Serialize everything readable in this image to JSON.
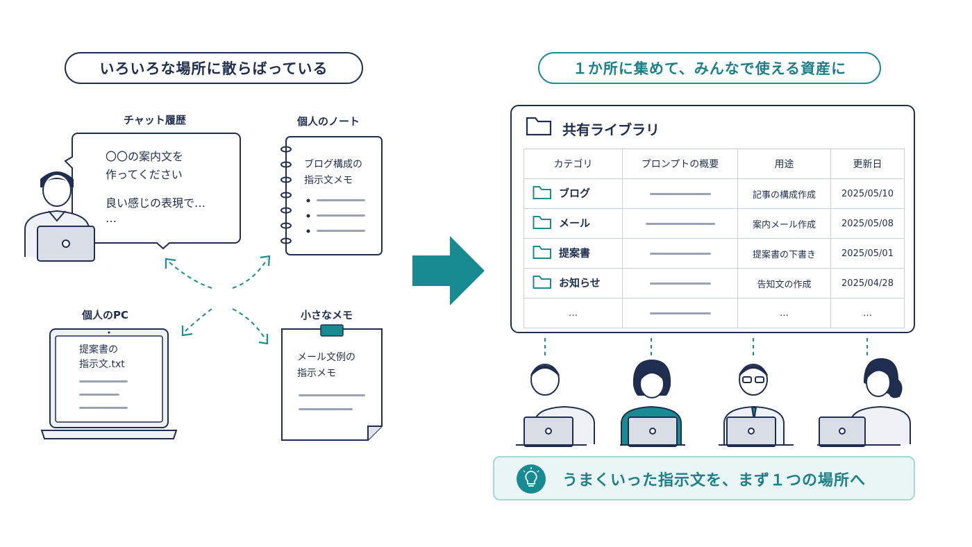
{
  "left": {
    "heading": "いろいろな場所に散らばっている",
    "chat": {
      "label": "チャット履歴",
      "lines": [
        "〇〇の案内文を",
        "作ってください",
        "良い感じの表現で…",
        "…"
      ]
    },
    "notebook": {
      "label": "個人のノート",
      "lines": [
        "ブログ構成の",
        "指示文メモ"
      ]
    },
    "pc": {
      "label": "個人のPC",
      "lines": [
        "提案書の",
        "指示文.txt"
      ]
    },
    "memo": {
      "label": "小さなメモ",
      "lines": [
        "メール文例の",
        "指示メモ"
      ]
    }
  },
  "right": {
    "heading": "１か所に集めて、みんなで使える資産に",
    "library_title": "共有ライブラリ",
    "columns": [
      "カテゴリ",
      "プロンプトの概要",
      "用途",
      "更新日"
    ],
    "rows": [
      {
        "category": "ブログ",
        "usage": "記事の構成作成",
        "date": "2025/05/10"
      },
      {
        "category": "メール",
        "usage": "案内メール作成",
        "date": "2025/05/08"
      },
      {
        "category": "提案書",
        "usage": "提案書の下書き",
        "date": "2025/05/01"
      },
      {
        "category": "お知らせ",
        "usage": "告知文の作成",
        "date": "2025/04/28"
      },
      {
        "category": "…",
        "usage": "…",
        "date": "…"
      }
    ],
    "footer": "うまくいった指示文を、まず１つの場所へ"
  },
  "colors": {
    "navy": "#1f2d4e",
    "teal": "#1b8a93",
    "arrow": "#178b91",
    "gray": "#9aa1af"
  }
}
